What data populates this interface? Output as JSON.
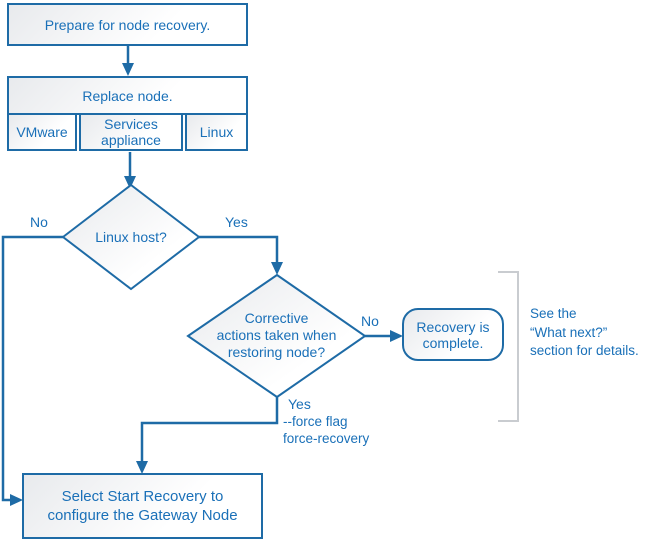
{
  "colors": {
    "line": "#1e6ba6",
    "text": "#1a70b8",
    "bracket": "#c9ccd0",
    "fill_start": "#e8eaed",
    "fill_end": "#ffffff"
  },
  "flowchart": {
    "prepare_box": {
      "label": "Prepare for node recovery."
    },
    "replace_box": {
      "label": "Replace node.",
      "options": [
        "VMware",
        "Services appliance",
        "Linux"
      ]
    },
    "decision_linux_host": {
      "label": "Linux host?",
      "no": "No",
      "yes": "Yes"
    },
    "decision_corrective": {
      "line1": "Corrective",
      "line2": "actions taken when",
      "line3": "restoring node?",
      "no": "No",
      "yes": "Yes"
    },
    "terminal_recovery_complete": {
      "line1": "Recovery is",
      "line2": "complete."
    },
    "force_note": {
      "line1": "--force flag",
      "line2": "force-recovery"
    },
    "start_recovery_box": {
      "line1": "Select Start Recovery to",
      "line2": "configure the Gateway Node"
    },
    "side_note": {
      "line1": "See the",
      "line2": "“What next?”",
      "line3": "section for details."
    }
  }
}
